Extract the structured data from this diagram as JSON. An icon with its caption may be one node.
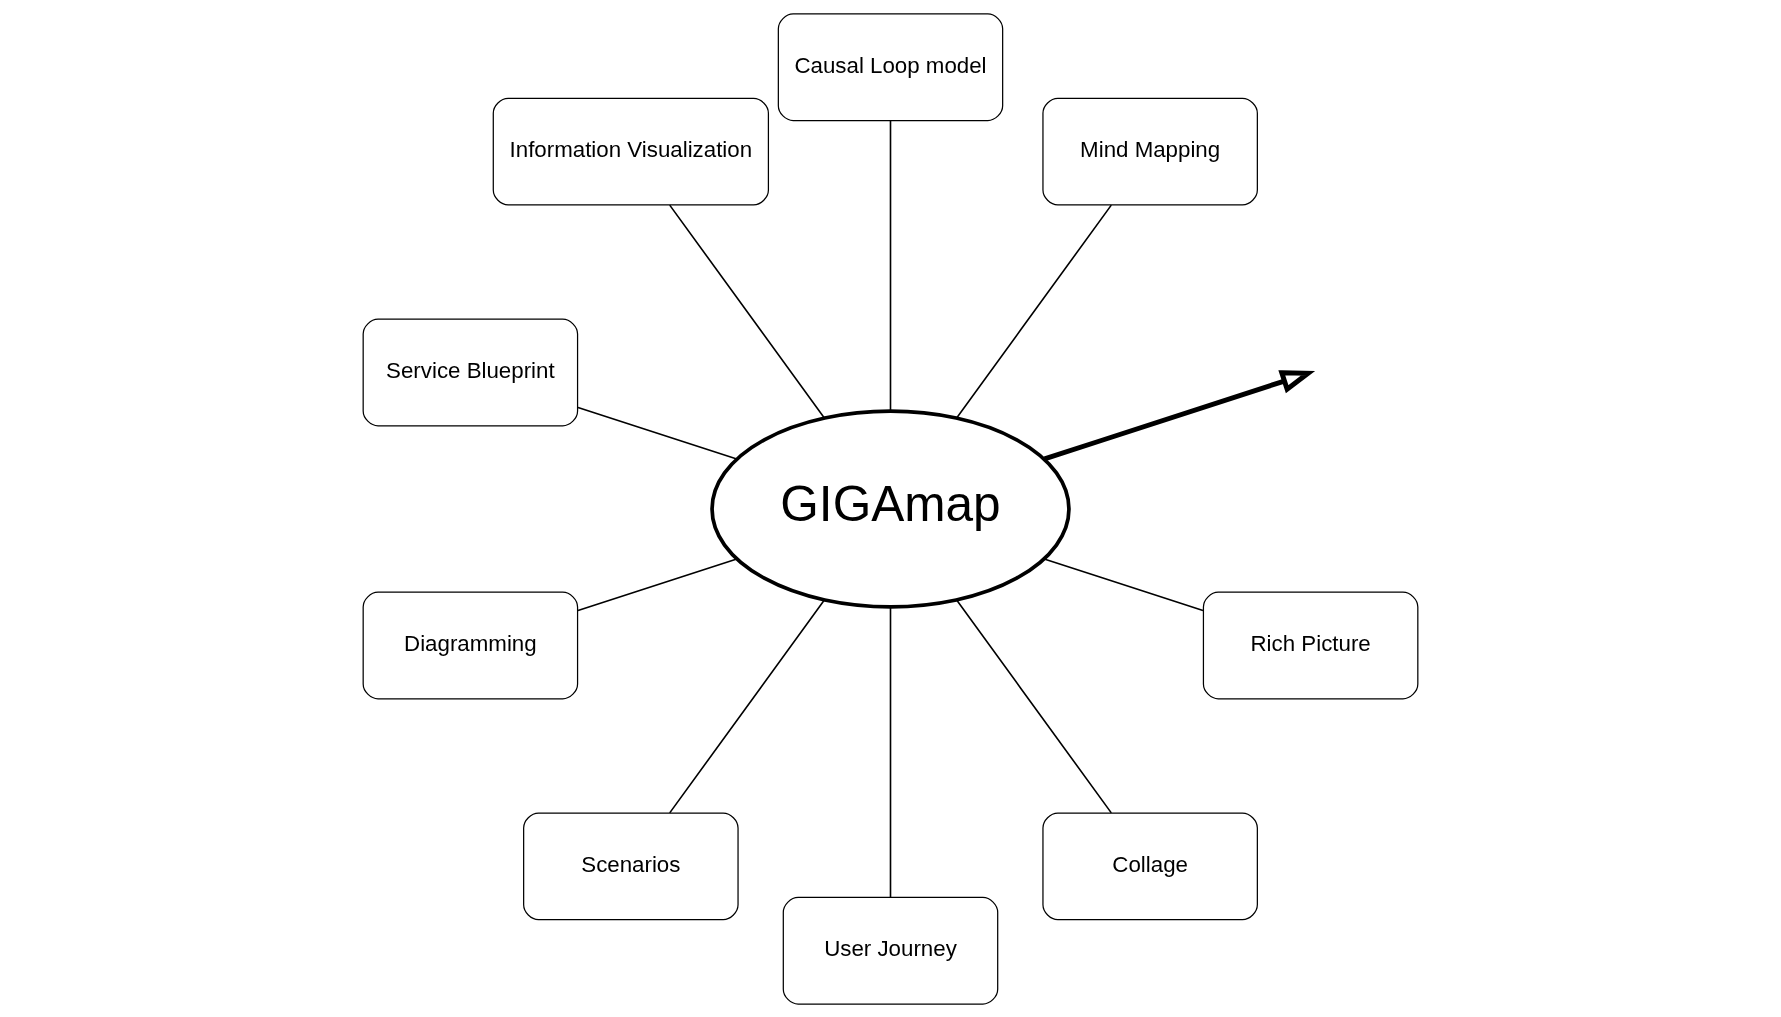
{
  "diagram": {
    "nodes": [
      {
        "text": [
          "GIGAmap"
        ]
      },
      {
        "text": [
          "Mind Mapping"
        ]
      },
      {
        "text": [
          "Causal Loop model"
        ]
      },
      {
        "text": [
          "Information Visualization"
        ]
      },
      {
        "text": [
          "Service Blueprint"
        ]
      },
      {
        "text": [
          "Diagramming"
        ]
      },
      {
        "text": [
          "Scenarios"
        ]
      },
      {
        "text": [
          "User Journey"
        ]
      },
      {
        "text": [
          "Collage"
        ]
      },
      {
        "text": [
          "Rich Picture"
        ]
      }
    ],
    "edges": [
      {
        "from": 1,
        "to": 0,
        "arrow": "none"
      },
      {
        "from": 2,
        "to": 0,
        "arrow": "none"
      },
      {
        "from": 3,
        "to": 0,
        "arrow": "none"
      },
      {
        "from": 4,
        "to": 0,
        "arrow": "none"
      },
      {
        "from": 5,
        "to": 0,
        "arrow": "none"
      },
      {
        "from": 6,
        "to": 0,
        "arrow": "none"
      },
      {
        "from": 7,
        "to": 0,
        "arrow": "none"
      },
      {
        "from": 8,
        "to": 0,
        "arrow": "none"
      },
      {
        "from": 9,
        "to": 0,
        "arrow": "none"
      },
      {
        "from": 0,
        "to": null,
        "arrow": "to",
        "style": "thick"
      }
    ]
  }
}
